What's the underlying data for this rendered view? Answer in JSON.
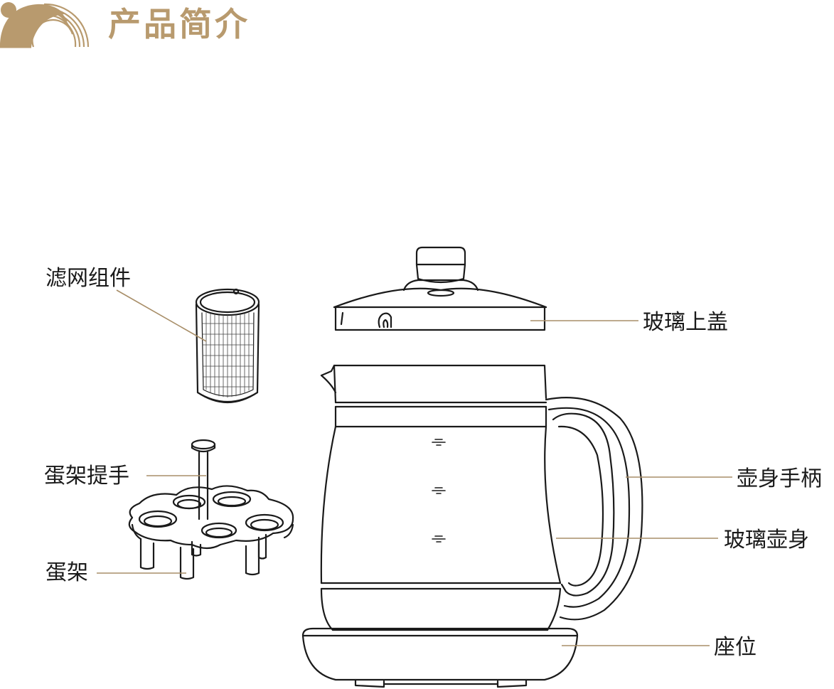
{
  "header": {
    "title": "产品简介",
    "brand_color": "#b89a6e"
  },
  "callouts": {
    "filter_assembly": "滤网组件",
    "egg_rack_handle": "蛋架提手",
    "egg_rack": "蛋架",
    "glass_lid": "玻璃上盖",
    "kettle_handle": "壶身手柄",
    "glass_body": "玻璃壶身",
    "base": "座位"
  },
  "leader_color": "#a88e68"
}
